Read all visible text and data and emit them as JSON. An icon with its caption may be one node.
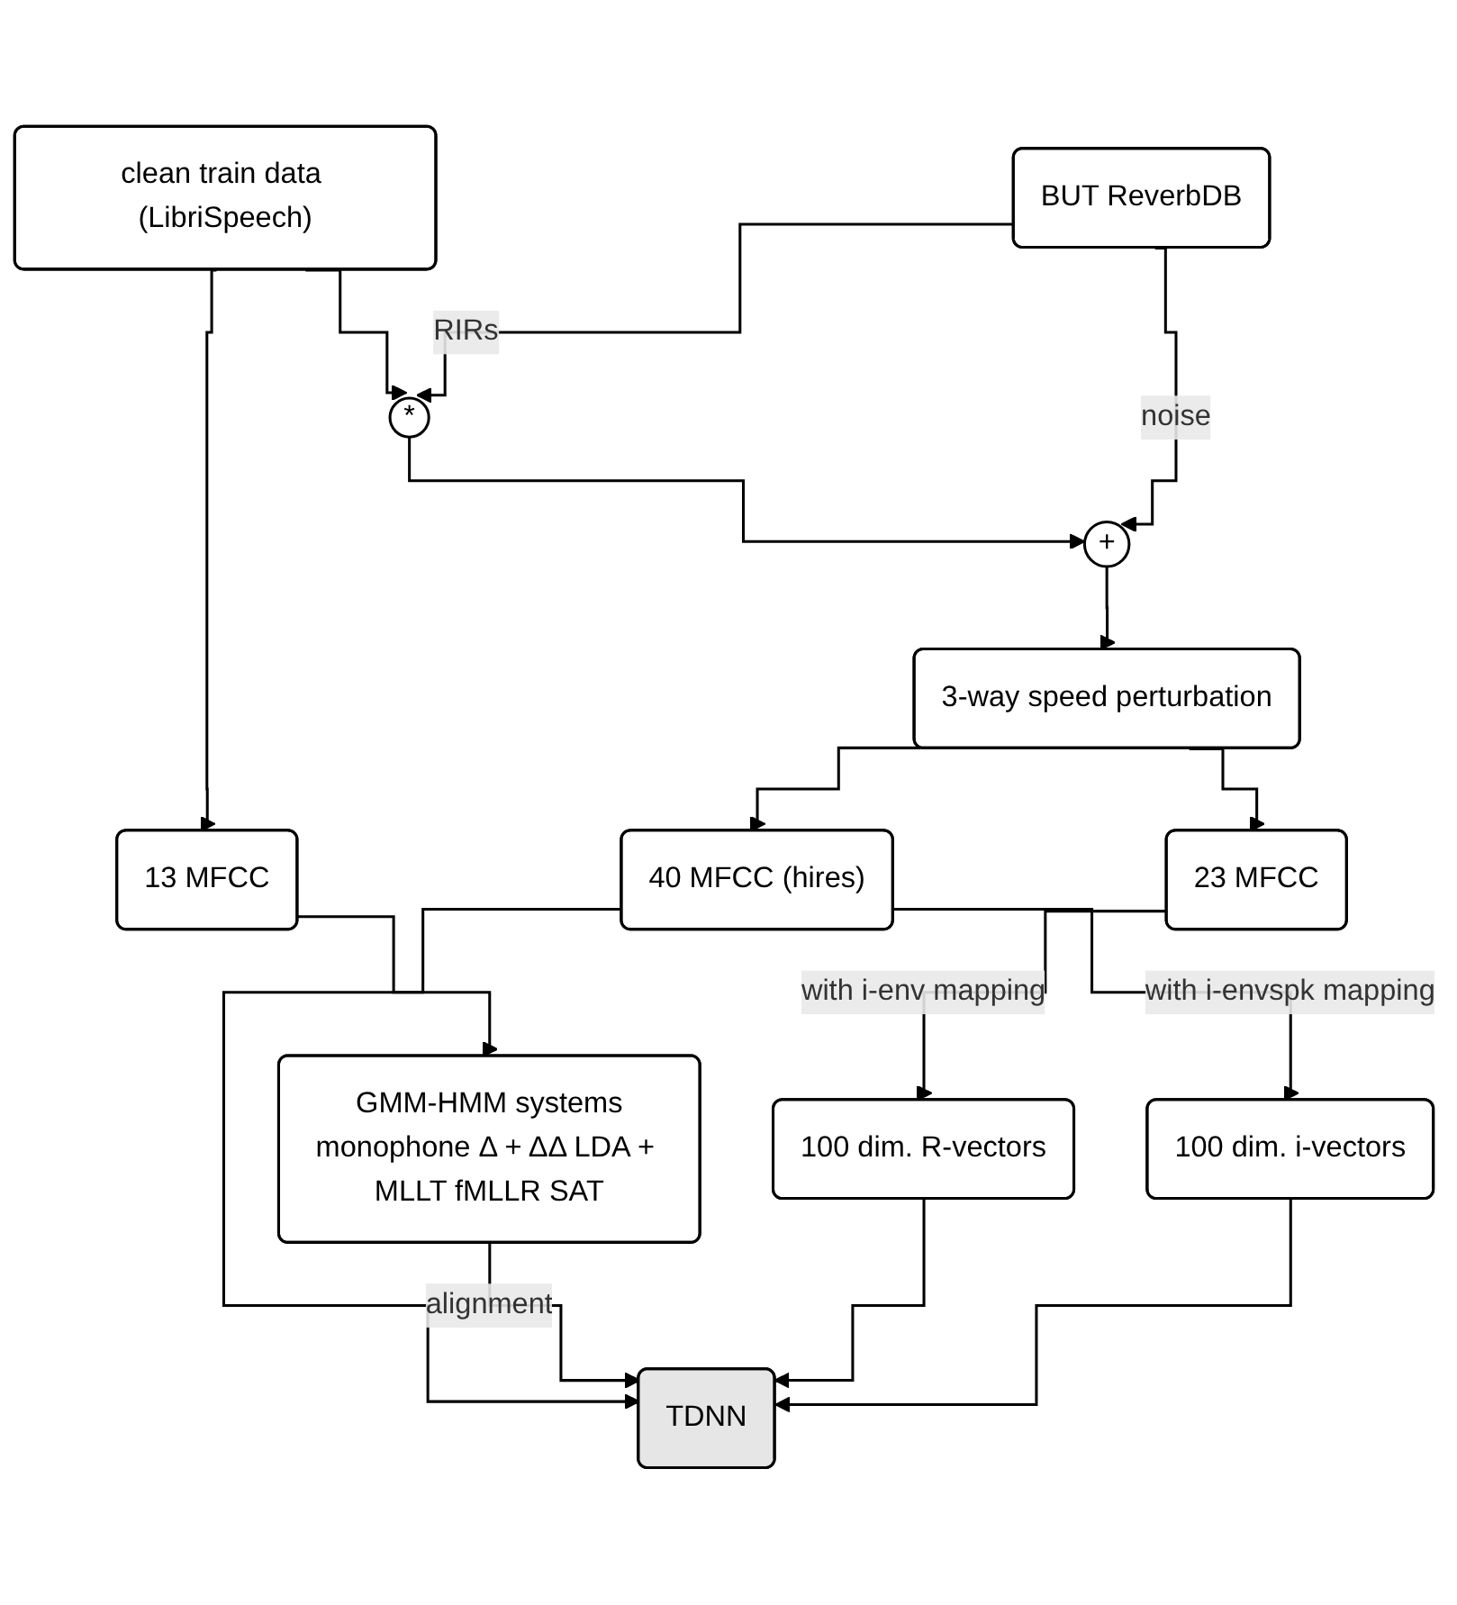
{
  "diagram": {
    "nodes": [
      {
        "text": [
          "clean train data (LibriSpeech)"
        ]
      },
      {
        "text": [
          "BUT ReverbDB"
        ]
      },
      {
        "text": [
          "*"
        ]
      },
      {
        "text": [
          "+"
        ]
      },
      {
        "text": [
          "13 MFCC"
        ]
      },
      {
        "text": [
          "3-way speed perturbation"
        ]
      },
      {
        "text": [
          "GMM-HMM systems",
          "monophone Δ + ΔΔ LDA + MLLT fMLLR SAT"
        ]
      },
      {
        "text": [
          "23 MFCC"
        ]
      },
      {
        "text": [
          "40 MFCC (hires)"
        ]
      },
      {
        "text": [
          "100 dim. R-vectors"
        ]
      },
      {
        "text": [
          "100 dim. i-vectors"
        ]
      },
      {
        "text": [
          "TDNN"
        ]
      }
    ],
    "edges": [
      {
        "from": 0,
        "to": 2,
        "arrow": "to"
      },
      {
        "from": 1,
        "to": 2,
        "arrow": "to",
        "label": "RIRs"
      },
      {
        "from": 2,
        "to": 3,
        "arrow": "to"
      },
      {
        "from": 1,
        "to": 3,
        "arrow": "to",
        "label": "noise"
      },
      {
        "from": 0,
        "to": 4,
        "arrow": "to"
      },
      {
        "from": 3,
        "to": 5,
        "arrow": "to"
      },
      {
        "from": 4,
        "to": 6,
        "arrow": "to"
      },
      {
        "from": 5,
        "to": 7,
        "arrow": "to"
      },
      {
        "from": 5,
        "to": 8,
        "arrow": "to"
      },
      {
        "from": 7,
        "to": 9,
        "arrow": "to",
        "label": "with i-env mapping"
      },
      {
        "from": 8,
        "to": 10,
        "arrow": "to",
        "label": "with i-envspk mapping"
      },
      {
        "from": 8,
        "to": 11,
        "arrow": "to"
      },
      {
        "from": 6,
        "to": 11,
        "arrow": "to",
        "label": "alignment"
      },
      {
        "from": 9,
        "to": 11,
        "arrow": "to"
      },
      {
        "from": 10,
        "to": 11,
        "arrow": "to"
      }
    ]
  }
}
